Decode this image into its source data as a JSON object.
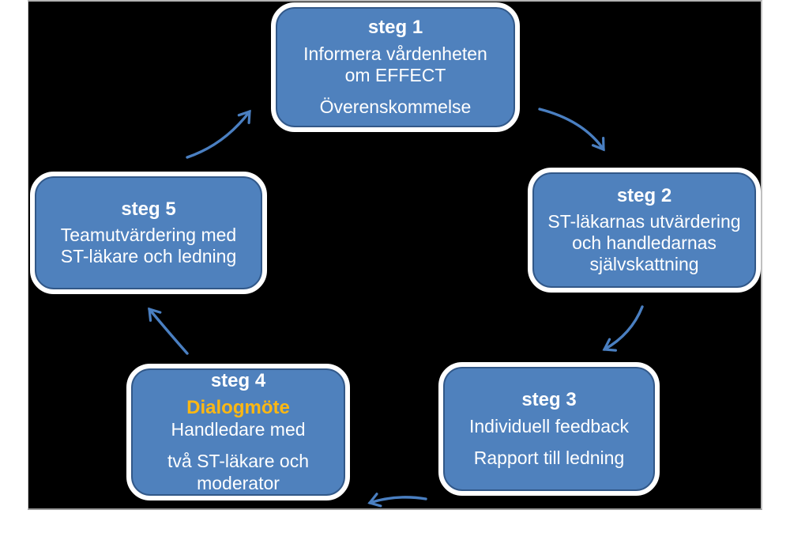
{
  "colors": {
    "canvas_background": "#000000",
    "page_background": "#ffffff",
    "box_fill": "#4f81bd",
    "box_border": "#ffffff",
    "box_text": "#ffffff",
    "arrow": "#4a7fc1",
    "highlight_text": "#fdb813"
  },
  "steps": [
    {
      "title": "steg 1",
      "lines": [
        "Informera vårdenheten",
        "om EFFECT",
        "Överenskommelse"
      ]
    },
    {
      "title": "steg 2",
      "lines": [
        "ST-läkarnas utvärdering",
        "och handledarnas",
        "självskattning"
      ]
    },
    {
      "title": "steg 3",
      "lines": [
        "Individuell feedback",
        "Rapport till ledning"
      ]
    },
    {
      "title": "steg 4",
      "highlight": "Dialogmöte",
      "lines": [
        "Handledare med",
        "två ST-läkare och",
        "moderator"
      ]
    },
    {
      "title": "steg 5",
      "lines": [
        "Teamutvärdering med",
        "ST-läkare och ledning"
      ]
    }
  ]
}
